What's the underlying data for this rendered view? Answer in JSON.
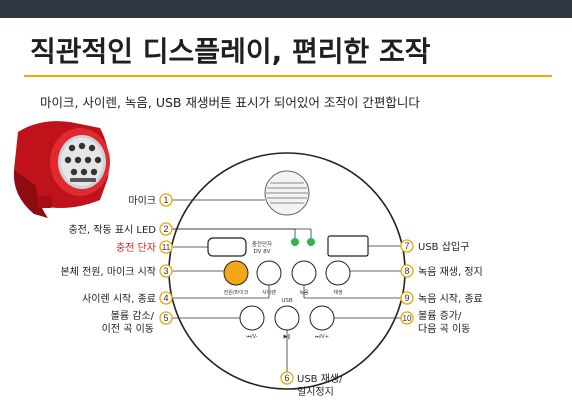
{
  "page": {
    "title": "직관적인 디스플레이, 편리한 조작",
    "subtitle": "마이크, 사이렌, 녹음, USB 재생버튼 표시가 되어있어 조작이 간편합니다"
  },
  "colors": {
    "accent": "#f0a500",
    "alert_red": "#d62020",
    "led_green": "#2fb34a",
    "top_bar": "#2f3640"
  },
  "panel": {
    "port_label_top": "충전단자",
    "port_label_bottom": "DV 8V",
    "btn_power_mic": "전원/마이크",
    "btn_siren": "사이렌",
    "btn_record": "녹음",
    "btn_play": "재생",
    "usb_group": "USB",
    "btn_prev": "⏮/V-",
    "btn_playpause": "▶‖",
    "btn_next": "⏭/V+"
  },
  "callouts": [
    {
      "num": "1",
      "text": "마이크"
    },
    {
      "num": "2",
      "text": "충전, 작동 표시 LED"
    },
    {
      "num": "11",
      "text": "충전 단자"
    },
    {
      "num": "3",
      "text": "본체 전원, 마이크 시작"
    },
    {
      "num": "4",
      "text": "사이렌 시작, 종료"
    },
    {
      "num": "5",
      "line1": "볼륨 감소/",
      "line2": "이전 곡 이동"
    },
    {
      "num": "6",
      "line1": "USB 재생/",
      "line2": "일시정지"
    },
    {
      "num": "7",
      "text": "USB 삽입구"
    },
    {
      "num": "8",
      "text": "녹음 재생, 정지"
    },
    {
      "num": "9",
      "text": "녹음 시작, 종료"
    },
    {
      "num": "10",
      "line1": "볼륨 증가/",
      "line2": "다음 곡 이동"
    }
  ]
}
